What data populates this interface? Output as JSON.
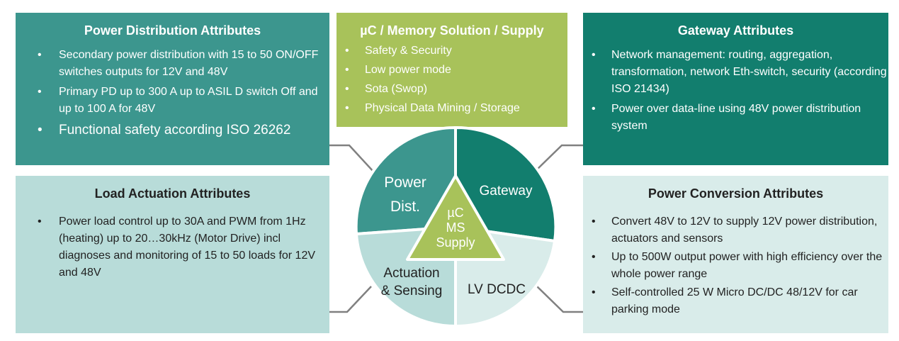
{
  "power_distribution": {
    "title": "Power Distribution Attributes",
    "items": [
      "Secondary power distribution with 15 to 50 ON/OFF switches outputs for 12V and 48V",
      "Primary PD up to 300 A up to ASIL D switch Off and up to 100 A for 48V",
      "Functional safety according ISO 26262"
    ]
  },
  "mc_memory": {
    "title": "µC / Memory Solution / Supply",
    "items": [
      "Safety & Security",
      "Low power mode",
      "Sota (Swop)",
      "Physical Data Mining / Storage"
    ]
  },
  "gateway": {
    "title": "Gateway Attributes",
    "items": [
      "Network management: routing, aggregation, transformation, network Eth-switch, security (according ISO 21434)",
      "Power over data-line using 48V power distribution system"
    ]
  },
  "load_actuation": {
    "title": "Load Actuation Attributes",
    "items": [
      "Power load control up to 30A and PWM from 1Hz (heating) up to 20…30kHz (Motor Drive) incl diagnoses and monitoring of 15 to 50 loads for 12V and 48V"
    ]
  },
  "power_conversion": {
    "title": "Power Conversion Attributes",
    "items": [
      "Convert 48V to 12V to supply 12V power distribution, actuators and sensors",
      "Up to 500W output power with high efficiency over the whole power range",
      "Self-controlled 25 W Micro DC/DC 48/12V for car parking mode"
    ]
  },
  "circle": {
    "power_dist": [
      "Power",
      "Dist."
    ],
    "gateway": "Gateway",
    "actuation": [
      "Actuation",
      "& Sensing"
    ],
    "lv_dcdc": "LV DCDC",
    "center": [
      "µC",
      "MS",
      "Supply"
    ]
  },
  "colors": {
    "power_dist": "#3c968e",
    "mc": "#a8c25a",
    "gateway": "#127e6e",
    "load_actuation": "#b8dcd9",
    "power_conversion": "#d9ecea",
    "connector": "#808080"
  }
}
